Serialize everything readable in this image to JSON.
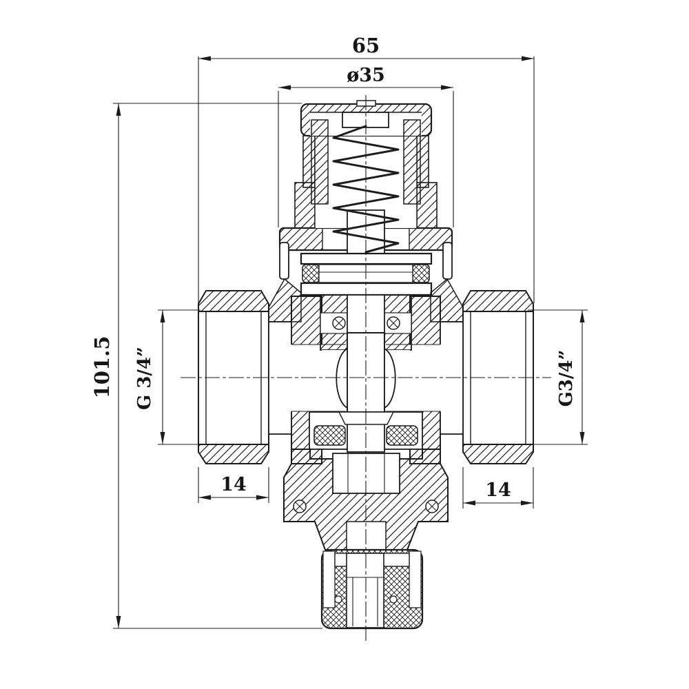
{
  "page": {
    "background": "#ffffff"
  },
  "drawing": {
    "ink_color": "#1c1c1c",
    "dims": {
      "overall_width": "65",
      "bonnet_diameter": "ø35",
      "overall_height": "101.5",
      "left_port_thread": "G 3/4”",
      "right_port_thread": "G3/4”",
      "left_port_hex": "14",
      "right_port_hex": "14"
    }
  }
}
